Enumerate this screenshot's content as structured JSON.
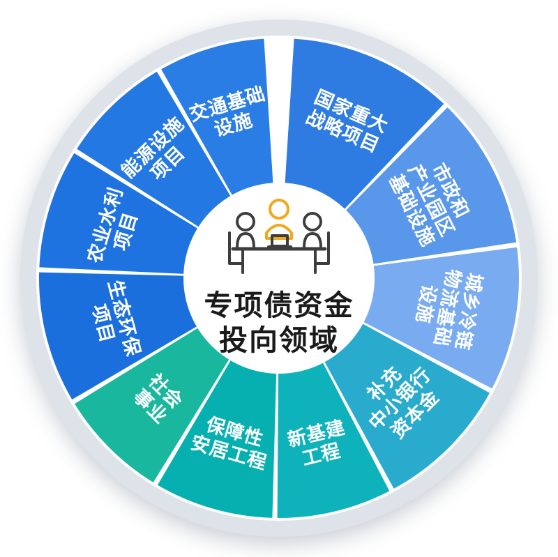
{
  "diagram": {
    "center": {
      "title_line1": "专项债资金",
      "title_line2": "投向领域",
      "icon": "meeting-people-icon"
    },
    "palette": {
      "background": "#ffffff",
      "ring_gray": "#dee3e9",
      "inner_circle": "#ffffff",
      "label_color": "#ffffff",
      "title_color": "#1a1a1a",
      "icon_dark": "#3d3d3d",
      "icon_accent": "#f0a81c"
    },
    "segments": [
      {
        "label_lines": [
          "国家重大",
          "战略项目"
        ],
        "start": 3,
        "end": 44,
        "color": "#2e7ce2"
      },
      {
        "label_lines": [
          "市政和",
          "产业园区",
          "基础设施"
        ],
        "start": 44,
        "end": 82,
        "color": "#5897ea"
      },
      {
        "label_lines": [
          "城乡冷链",
          "物流基础",
          "设施"
        ],
        "start": 82,
        "end": 118,
        "color": "#79abf0"
      },
      {
        "label_lines": [
          "补充",
          "中小银行",
          "资本金"
        ],
        "start": 118,
        "end": 152,
        "color": "#29abcd"
      },
      {
        "label_lines": [
          "新基建",
          "工程"
        ],
        "start": 152,
        "end": 181,
        "color": "#0eb2bb"
      },
      {
        "label_lines": [
          "保障性",
          "安居工程"
        ],
        "start": 181,
        "end": 211,
        "color": "#07b0b0"
      },
      {
        "label_lines": [
          "社会",
          "事业"
        ],
        "start": 211,
        "end": 239,
        "color": "#18b79e"
      },
      {
        "label_lines": [
          "生态环保",
          "项目"
        ],
        "start": 239,
        "end": 272,
        "color": "#1b6fdd"
      },
      {
        "label_lines": [
          "农业水利",
          "项目"
        ],
        "start": 272,
        "end": 302,
        "color": "#1e73e0"
      },
      {
        "label_lines": [
          "能源设施",
          "项目"
        ],
        "start": 302,
        "end": 330,
        "color": "#2478e2"
      },
      {
        "label_lines": [
          "交通基础",
          "设施"
        ],
        "start": 330,
        "end": 357,
        "color": "#2a7de4"
      }
    ]
  }
}
